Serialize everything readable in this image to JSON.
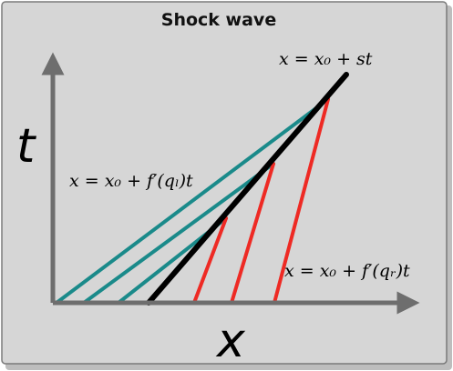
{
  "title": "Shock wave",
  "axes": {
    "horizontal_label": "x",
    "vertical_label": "t"
  },
  "equations": {
    "shock": "x = x₀ + st",
    "left_characteristics": "x = x₀ + f′(qₗ)t",
    "right_characteristics": "x = x₀ + f′(qᵣ)t"
  },
  "colors": {
    "panel": "#d6d6d6",
    "axis": "#6e6e6e",
    "left_characteristics": "#1a8a8a",
    "right_characteristics": "#ee2a24",
    "shock": "#000000"
  }
}
